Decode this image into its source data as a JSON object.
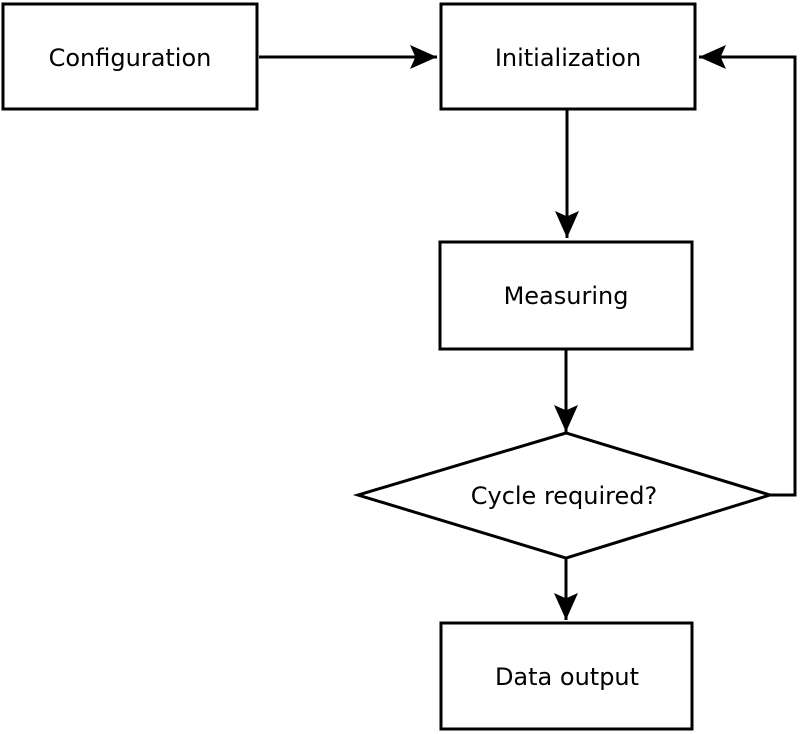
{
  "diagram": {
    "type": "flowchart",
    "background_color": "#ffffff",
    "line_color": "#000000",
    "text_color": "#000000",
    "nodes": [
      {
        "id": "configuration",
        "shape": "rectangle",
        "label": "Configuration"
      },
      {
        "id": "initialization",
        "shape": "rectangle",
        "label": "Initialization"
      },
      {
        "id": "measuring",
        "shape": "rectangle",
        "label": "Measuring"
      },
      {
        "id": "cycle-required",
        "shape": "diamond",
        "label": "Cycle required?"
      },
      {
        "id": "data-output",
        "shape": "rectangle",
        "label": "Data output"
      }
    ],
    "edges": [
      {
        "from": "configuration",
        "to": "initialization",
        "direction": "right"
      },
      {
        "from": "initialization",
        "to": "measuring",
        "direction": "down"
      },
      {
        "from": "measuring",
        "to": "cycle-required",
        "direction": "down"
      },
      {
        "from": "cycle-required",
        "to": "data-output",
        "direction": "down"
      },
      {
        "from": "cycle-required",
        "to": "initialization",
        "direction": "right-then-up",
        "note": "feedback loop"
      }
    ]
  }
}
